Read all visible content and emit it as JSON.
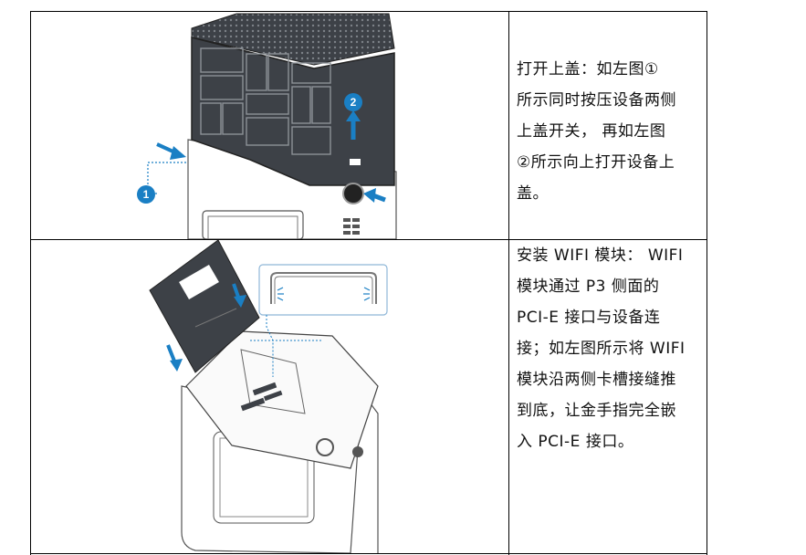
{
  "rows": [
    {
      "lines": [
        "打开上盖：如左图①",
        "所示同时按压设备两侧",
        "上盖开关， 再如左图",
        "②所示向上打开设备上",
        "盖。"
      ],
      "callouts": [
        "1",
        "2"
      ]
    },
    {
      "lines": [
        "安装 WIFI 模块： WIFI",
        "模块通过 P3 侧面的",
        "PCI-E 接口与设备连",
        "接；如左图所示将 WIFI",
        "模块沿两侧卡槽接缝推",
        "到底，让金手指完全嵌",
        "入 PCI-E 接口。"
      ]
    }
  ],
  "colors": {
    "accent": "#1a7fc4",
    "device_dark": "#3d4147",
    "border": "#000000"
  }
}
